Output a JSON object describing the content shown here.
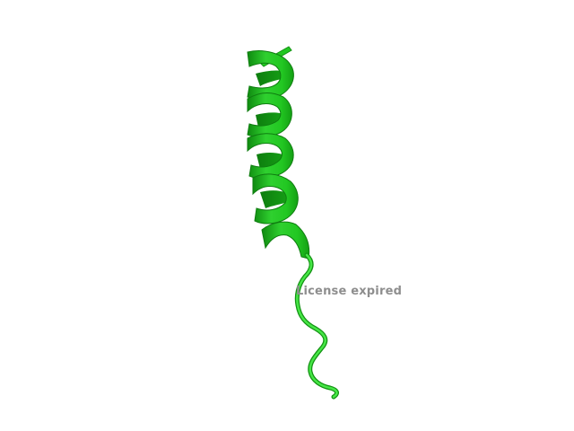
{
  "viewer": {
    "background_color": "#ffffff",
    "watermark_text": "License expired",
    "watermark_color": "#8e8e8e"
  },
  "structure": {
    "representation": "cartoon",
    "secondary_structure": [
      "alpha-helix",
      "coil"
    ],
    "colors": {
      "cartoon_base": "#22c722",
      "cartoon_dark": "#129212",
      "cartoon_light": "#46e646",
      "coil": "#3ad43a"
    }
  }
}
